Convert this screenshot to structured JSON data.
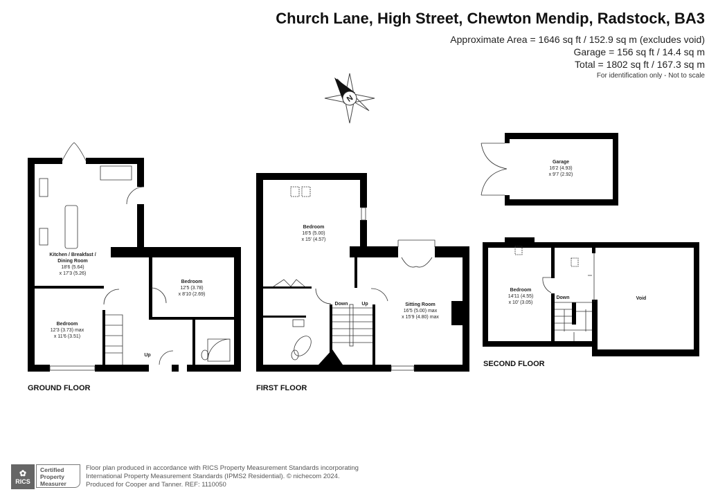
{
  "header": {
    "title": "Church Lane, High Street, Chewton Mendip, Radstock, BA3",
    "approx_area": "Approximate Area = 1646 sq ft / 152.9 sq m (excludes void)",
    "garage_area": "Garage = 156 sq ft / 14.4 sq m",
    "total_area": "Total = 1802 sq ft / 167.3 sq m",
    "disclaimer": "For identification only - Not to scale"
  },
  "compass": {
    "label": "N"
  },
  "ground_floor": {
    "label": "GROUND FLOOR",
    "kitchen": {
      "name1": "Kitchen / Breakfast /",
      "name2": "Dining Room",
      "dim1": "18'6 (5.64)",
      "dim2": "x 17'3 (5.26)"
    },
    "bedroom1": {
      "name": "Bedroom",
      "dim1": "12'5 (3.78)",
      "dim2": "x 8'10 (2.69)"
    },
    "bedroom2": {
      "name": "Bedroom",
      "dim1": "12'3 (3.73) max",
      "dim2": "x 11'6 (3.51)"
    },
    "stairs": "Up"
  },
  "first_floor": {
    "label": "FIRST FLOOR",
    "bedroom": {
      "name": "Bedroom",
      "dim1": "16'5 (5.00)",
      "dim2": "x 15' (4.57)"
    },
    "sitting": {
      "name": "Sitting Room",
      "dim1": "16'5 (5.00) max",
      "dim2": "x 15'9 (4.80) max"
    },
    "down": "Down",
    "up": "Up"
  },
  "second_floor": {
    "label": "SECOND FLOOR",
    "bedroom": {
      "name": "Bedroom",
      "dim1": "14'11 (4.55)",
      "dim2": "x 10' (3.05)"
    },
    "void": "Void",
    "down": "Down"
  },
  "garage": {
    "name": "Garage",
    "dim1": "16'2 (4.93)",
    "dim2": "x 9'7 (2.92)"
  },
  "footer": {
    "line1": "Floor plan produced in accordance with RICS Property Measurement Standards incorporating",
    "line2": "International Property Measurement Standards (IPMS2 Residential).   © nichecom 2024.",
    "line3": "Produced for Cooper and Tanner.   REF:  1110050",
    "badge_logo": "RICS",
    "badge_text1": "Certified",
    "badge_text2": "Property",
    "badge_text3": "Measurer"
  }
}
